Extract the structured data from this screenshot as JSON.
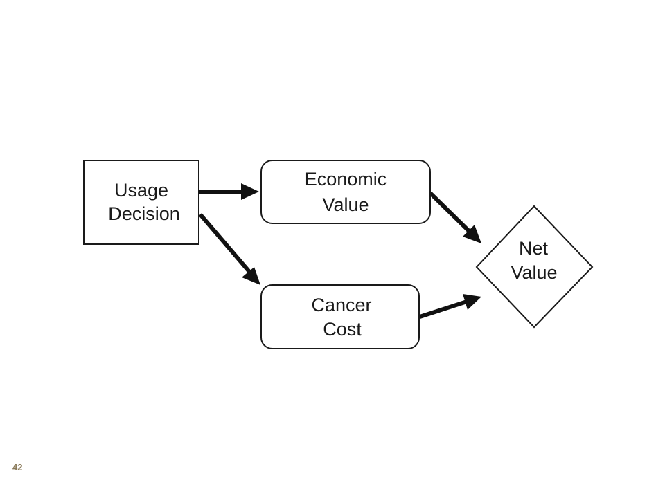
{
  "diagram": {
    "nodes": {
      "usage_decision": {
        "shape": "rectangle",
        "line1": "Usage",
        "line2": "Decision"
      },
      "economic_value": {
        "shape": "rounded-rectangle",
        "line1": "Economic",
        "line2": "Value"
      },
      "cancer_cost": {
        "shape": "rounded-rectangle",
        "line1": "Cancer",
        "line2": "Cost"
      },
      "net_value": {
        "shape": "diamond",
        "line1": "Net",
        "line2": "Value"
      }
    },
    "edges": [
      {
        "from": "usage_decision",
        "to": "economic_value"
      },
      {
        "from": "usage_decision",
        "to": "cancer_cost"
      },
      {
        "from": "economic_value",
        "to": "net_value"
      },
      {
        "from": "cancer_cost",
        "to": "net_value"
      }
    ]
  },
  "footer": {
    "page_number": "42"
  },
  "colors": {
    "stroke": "#1a1a1a",
    "page_number": "#8a7a5a",
    "background": "#ffffff"
  }
}
